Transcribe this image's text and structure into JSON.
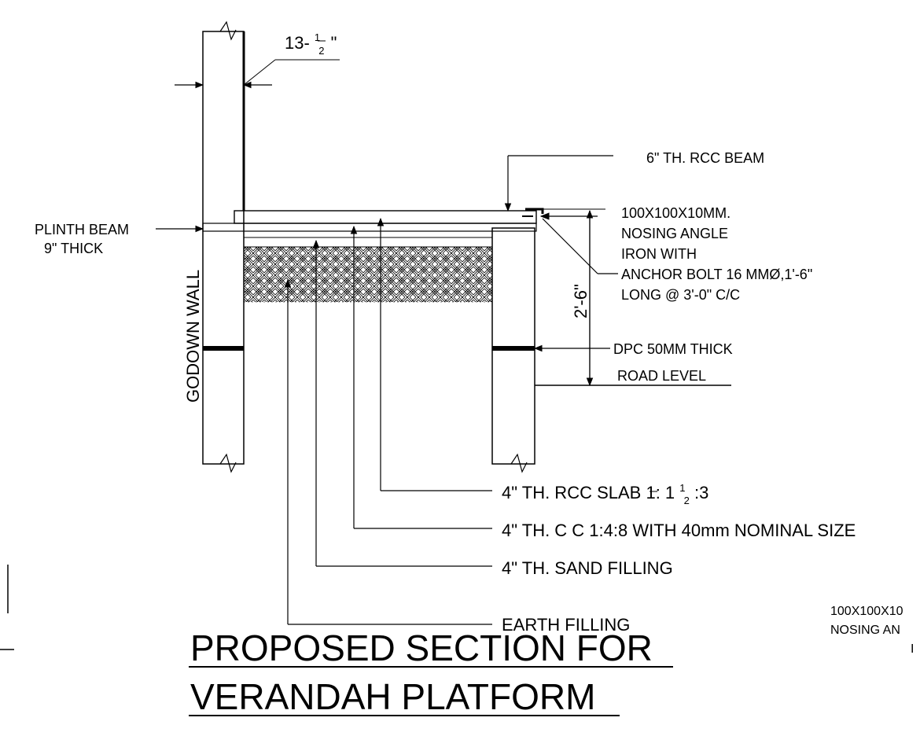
{
  "dimensions": {
    "wall_thickness_whole": "13-",
    "wall_thickness_num": "1",
    "wall_thickness_den": "2",
    "wall_thickness_unit": "\"",
    "platform_height": "2'-6\""
  },
  "labels": {
    "rcc_beam": "6\" TH. RCC BEAM",
    "nosing_angle": [
      "100X100X10MM.",
      "NOSING ANGLE",
      "IRON WITH",
      "ANCHOR BOLT 16 MMØ,1'-6\"",
      "LONG @ 3'-0\" C/C"
    ],
    "plinth_beam": [
      "PLINTH BEAM",
      "9\" THICK"
    ],
    "godown_wall": "GODOWN WALL",
    "dpc": "DPC 50MM THICK",
    "road_level": "ROAD LEVEL",
    "rcc_slab_a": "4\" TH. RCC SLAB 1: 1 ",
    "rcc_slab_num": "1",
    "rcc_slab_den": "2",
    "rcc_slab_b": ":3",
    "cc_layer": "4\" TH. C C  1:4:8 WITH 40mm NOMINAL SIZE",
    "sand_filling": "4\" TH. SAND FILLING",
    "earth_filling": "EARTH FILLING",
    "cropped_note": [
      "100X100X10",
      "NOSING AN",
      "I"
    ]
  },
  "title": [
    "PROPOSED SECTION FOR",
    "VERANDAH PLATFORM"
  ]
}
